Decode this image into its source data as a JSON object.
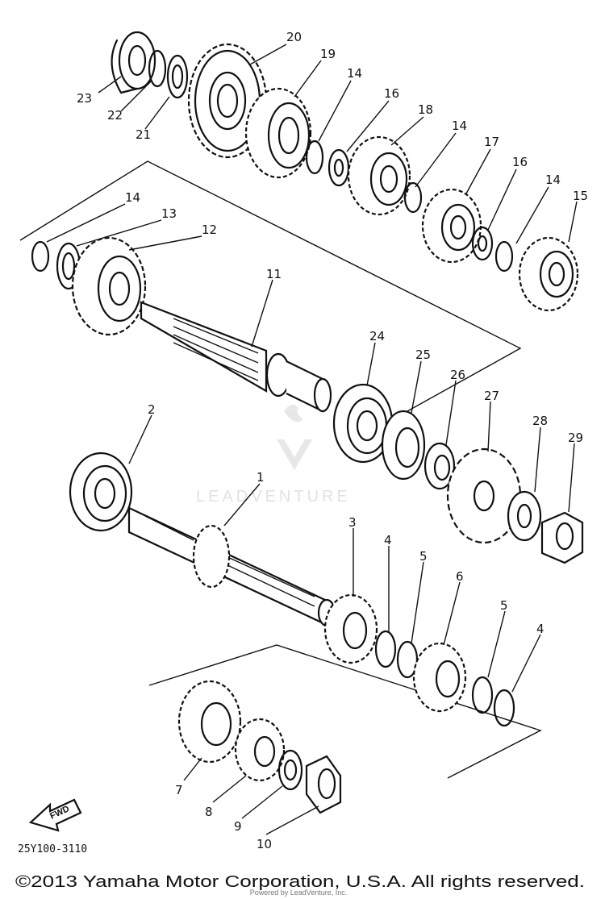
{
  "callouts": {
    "c1": "1",
    "c2": "2",
    "c3": "3",
    "c4a": "4",
    "c4b": "4",
    "c5a": "5",
    "c5b": "5",
    "c6": "6",
    "c7": "7",
    "c8": "8",
    "c9": "9",
    "c10": "10",
    "c11": "11",
    "c12": "12",
    "c13": "13",
    "c14a": "14",
    "c14b": "14",
    "c14c": "14",
    "c14d": "14",
    "c15": "15",
    "c16a": "16",
    "c16b": "16",
    "c17": "17",
    "c18": "18",
    "c19": "19",
    "c20": "20",
    "c21": "21",
    "c22": "22",
    "c23": "23",
    "c24": "24",
    "c25": "25",
    "c26": "26",
    "c27": "27",
    "c28": "28",
    "c29": "29"
  },
  "fwd_label": "FWD",
  "diagram_code": "25Y100-3110",
  "watermark": "LEADVENTURE",
  "footer": {
    "copyright": "©2013 Yamaha Motor Corporation, U.S.A. All rights reserved.",
    "credit": "Powered by LeadVenture, Inc."
  }
}
